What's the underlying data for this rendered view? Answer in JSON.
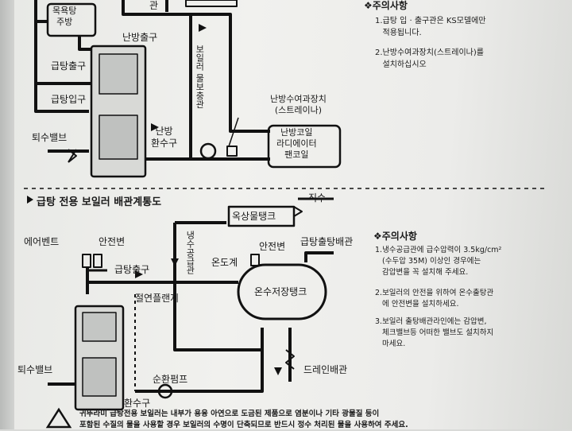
{
  "top": {
    "labels": {
      "bath_kitchen": "목욕탕\n주방",
      "gwan": "관",
      "hot_out": "급탕출구",
      "hot_in": "급탕입구",
      "heat_out": "난방출구",
      "heat_return": "난방\n환수구",
      "drain_valve": "퇴수밸브",
      "boiler_supplement": "보일러 물보충관",
      "strainer": "난방수여과장치\n(스트레이나)",
      "coil": "난방코일\n라디에이터\n팬코일"
    },
    "notes": {
      "title": "주의사항",
      "items": [
        "1.급탕 입 · 출구관은 KS모델에만\n   적용됩니다.",
        "2.난방수여과장치(스트레이나)를\n   설치하십시오"
      ]
    }
  },
  "bottom": {
    "heading": "급탕 전용 보일러 배관계통도",
    "labels": {
      "direct_water": "직수",
      "roof_tank": "옥상물탱크",
      "air_vent": "에어벤트",
      "safety_valve": "안전변",
      "cold_supply": "냉수공급관",
      "safety_valve2": "안전변",
      "hot_out_pipe": "급탕출탕배관",
      "hot_out": "급탕출구",
      "thermometer": "온도계",
      "insulated_flange": "절연플랜지",
      "storage_tank": "온수저장탱크",
      "drain_valve": "퇴수밸브",
      "pump": "순환펌프",
      "return": "환수구",
      "drain_pipe": "드레인배관"
    },
    "notes": {
      "title": "주의사항",
      "items": [
        "1.냉수공급관에 급수압력이 3.5kg/cm²\n   (수두압 35M) 이상인 경우에는\n   감압변을 꼭 설치해 주세요.",
        "2.보일러의 안전을 위하여 온수출탕관\n   에 안전변을 설치하세요.",
        "3.보일러 출탕배관라인에는 감압변,\n   체크밸브등 어떠한 밸브도 설치하지\n   마세요."
      ]
    }
  },
  "warning": {
    "line1": "귀뚜라미 급탕전용 보일러는 내부가 용융 아연으로 도금된 제품으로 염분이나 기타 광물질 등이",
    "line2": "포함된 수질의 물을 사용할 경우 보일러의 수명이 단축되므로 반드시 정수 처리된 물을 사용하여 주세요."
  }
}
